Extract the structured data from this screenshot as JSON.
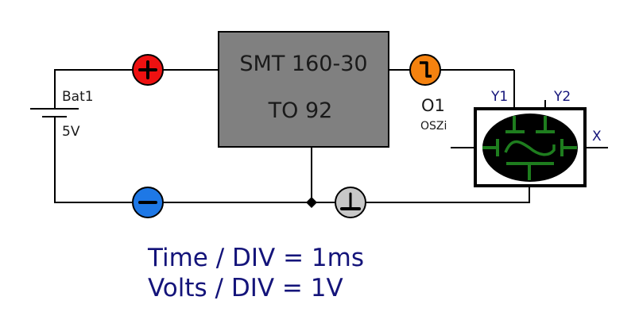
{
  "battery": {
    "name": "Bat1",
    "voltage": "5V"
  },
  "component": {
    "line1": "SMT 160-30",
    "line2": "TO 92",
    "fill": "#808080"
  },
  "terminals": {
    "positive": {
      "icon": "plus-icon",
      "color": "#ee1111"
    },
    "negative": {
      "icon": "minus-icon",
      "color": "#1e78e6"
    },
    "ground": {
      "icon": "ground-icon",
      "color": "#c8c8c8"
    },
    "output": {
      "icon": "pulse-icon",
      "color": "#f5820f"
    }
  },
  "oscilloscope": {
    "name": "O1",
    "type": "OSZi",
    "channel_y1": "Y1",
    "channel_y2": "Y2",
    "channel_x": "X",
    "screen_color": "#000000",
    "trace_color": "#1e7d1e"
  },
  "settings": {
    "time_div": "Time / DIV = 1ms",
    "volts_div": "Volts / DIV = 1V"
  },
  "colors": {
    "wire": "#000000",
    "label_blue": "#14147a"
  }
}
